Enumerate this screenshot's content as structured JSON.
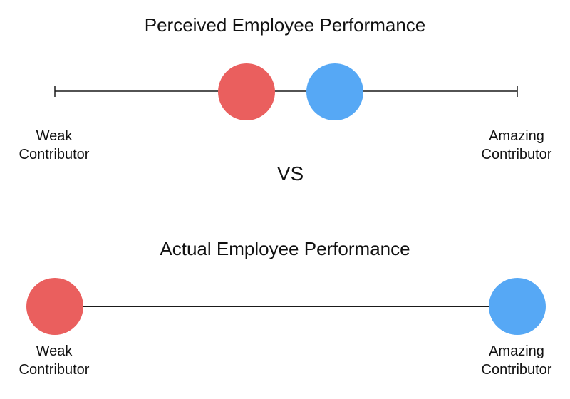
{
  "perceived": {
    "title": "Perceived Employee Performance",
    "left_label": [
      "Weak",
      "Contributor"
    ],
    "right_label": [
      "Amazing",
      "Contributor"
    ]
  },
  "separator": "VS",
  "actual": {
    "title": "Actual Employee Performance",
    "left_label": [
      "Weak",
      "Contributor"
    ],
    "right_label": [
      "Amazing",
      "Contributor"
    ]
  },
  "colors": {
    "weak_marker": "#ea5f5e",
    "amazing_marker": "#56a8f5",
    "line": "#1a1a1a"
  }
}
